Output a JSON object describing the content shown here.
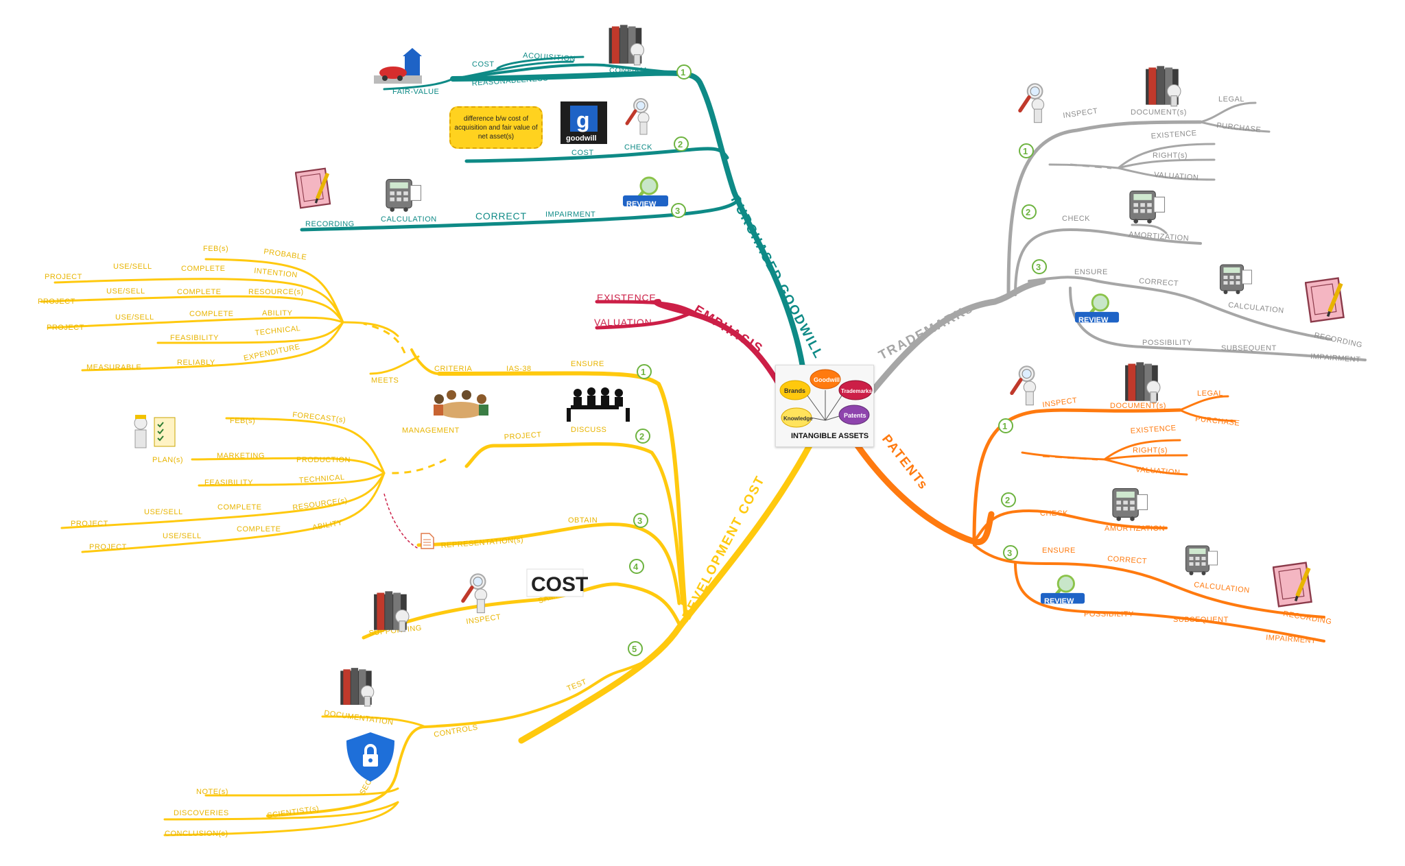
{
  "center": {
    "title": "INTANGIBLE ASSETS",
    "bubbles": [
      "Brands",
      "Goodwill",
      "Trademarks",
      "Knowledge",
      "Patents"
    ]
  },
  "colors": {
    "goodwill": "#0e8a86",
    "emphasis": "#cc1f47",
    "development": "#ffc90e",
    "trademarks": "#a6a6a6",
    "patents": "#ff7a0f",
    "number": "#6db33f"
  },
  "goodwill": {
    "main": "PURCHASED GOODWILL",
    "note": "difference b/w cost of acquisition and fair value of net asset(s)",
    "b1": {
      "num": "1",
      "confirm": "CONFIRM",
      "reasonableness": "REASONABLENESS",
      "acquisition": "ACQUISITION",
      "cost": "COST",
      "fair_value": "FAIR-VALUE"
    },
    "b2": {
      "num": "2",
      "check": "CHECK",
      "cost": "COST"
    },
    "b3": {
      "num": "3",
      "impairment": "IMPAIRMENT",
      "correct": "CORRECT",
      "calculation": "CALCULATION",
      "recording": "RECORDING"
    }
  },
  "emphasis": {
    "main": "EMPHASIS",
    "existence": "EXISTENCE",
    "valuation": "VALUATION"
  },
  "development": {
    "main": "DEVELOPMENT COST",
    "b1": {
      "num": "1",
      "ensure": "ENSURE",
      "ias": "IAS-38",
      "criteria": "CRITERIA",
      "meets": "MEETS",
      "rows": [
        {
          "a": "FEB(s)",
          "b": "PROBABLE"
        },
        {
          "a": "PROJECT",
          "b": "USE/SELL",
          "c": "COMPLETE",
          "d": "INTENTION"
        },
        {
          "a": "PROJECT",
          "b": "USE/SELL",
          "c": "COMPLETE",
          "d": "RESOURCE(s)"
        },
        {
          "a": "PROJECT",
          "b": "USE/SELL",
          "c": "COMPLETE",
          "d": "ABILITY"
        },
        {
          "a": "FEASIBILITY",
          "b": "TECHNICAL"
        },
        {
          "a": "MEASURABLE",
          "b": "RELIABLY",
          "c": "EXPENDITURE"
        }
      ]
    },
    "b2": {
      "num": "2",
      "discuss": "DISCUSS",
      "project": "PROJECT",
      "management": "MANAGEMENT",
      "rows": [
        {
          "a": "FEB(s)",
          "b": "FORECAST(s)"
        },
        {
          "a": "PLAN(s)",
          "b": "MARKETING",
          "c": "PRODUCTION"
        },
        {
          "a": "FEASIBILITY",
          "b": "TECHNICAL"
        },
        {
          "a": "PROJECT",
          "b": "USE/SELL",
          "c": "COMPLETE",
          "d": "RESOURCE(s)"
        },
        {
          "a": "PROJECT",
          "b": "USE/SELL",
          "c": "COMPLETE",
          "d": "ABILITY"
        }
      ]
    },
    "b3": {
      "num": "3",
      "obtain": "OBTAIN",
      "representation": "REPRESENTATION(s)"
    },
    "b4": {
      "num": "4",
      "sampling": "SAMPLING",
      "inspect": "INSPECT",
      "supporting": "SUPPORTING",
      "cost_logo": "COST"
    },
    "b5": {
      "num": "5",
      "test": "TEST",
      "controls": "CONTROLS",
      "documentation": "DOCUMENTATION",
      "security": "SECURITY",
      "scientists": "SCIENTIST(s)",
      "notes": "NOTE(s)",
      "discoveries": "DISCOVERIES",
      "conclusion": "CONCLUSION(s)"
    }
  },
  "trademarks": {
    "main": "TRADEMARKs",
    "b1": {
      "num": "1",
      "inspect": "INSPECT",
      "document": "DOCUMENT(s)",
      "legal": "LEGAL",
      "purchase": "PURCHASE",
      "existence": "EXISTENCE",
      "rights": "RIGHT(s)",
      "valuation": "VALUATION"
    },
    "b2": {
      "num": "2",
      "check": "CHECK",
      "amortization": "AMORTIZATION"
    },
    "b3": {
      "num": "3",
      "ensure": "ENSURE",
      "correct": "CORRECT",
      "calculation": "CALCULATION",
      "recording": "RECORDING",
      "possibility": "POSSIBILITY",
      "subsequent": "SUBSEQUENT",
      "impairment": "IMPAIRMENT"
    }
  },
  "patents": {
    "main": "PATENTs",
    "b1": {
      "num": "1",
      "inspect": "INSPECT",
      "document": "DOCUMENT(s)",
      "legal": "LEGAL",
      "purchase": "PURCHASE",
      "existence": "EXISTENCE",
      "rights": "RIGHT(s)",
      "valuation": "VALUATION"
    },
    "b2": {
      "num": "2",
      "check": "CHECK",
      "amortization": "AMORTIZATION"
    },
    "b3": {
      "num": "3",
      "ensure": "ENSURE",
      "correct": "CORRECT",
      "calculation": "CALCULATION",
      "recording": "RECORDING",
      "possibility": "POSSIBILITY",
      "subsequent": "SUBSEQUENT",
      "impairment": "IMPAIRMENT"
    }
  },
  "icons": {
    "review": "REVIEW",
    "goodwill_logo": "goodwill"
  }
}
